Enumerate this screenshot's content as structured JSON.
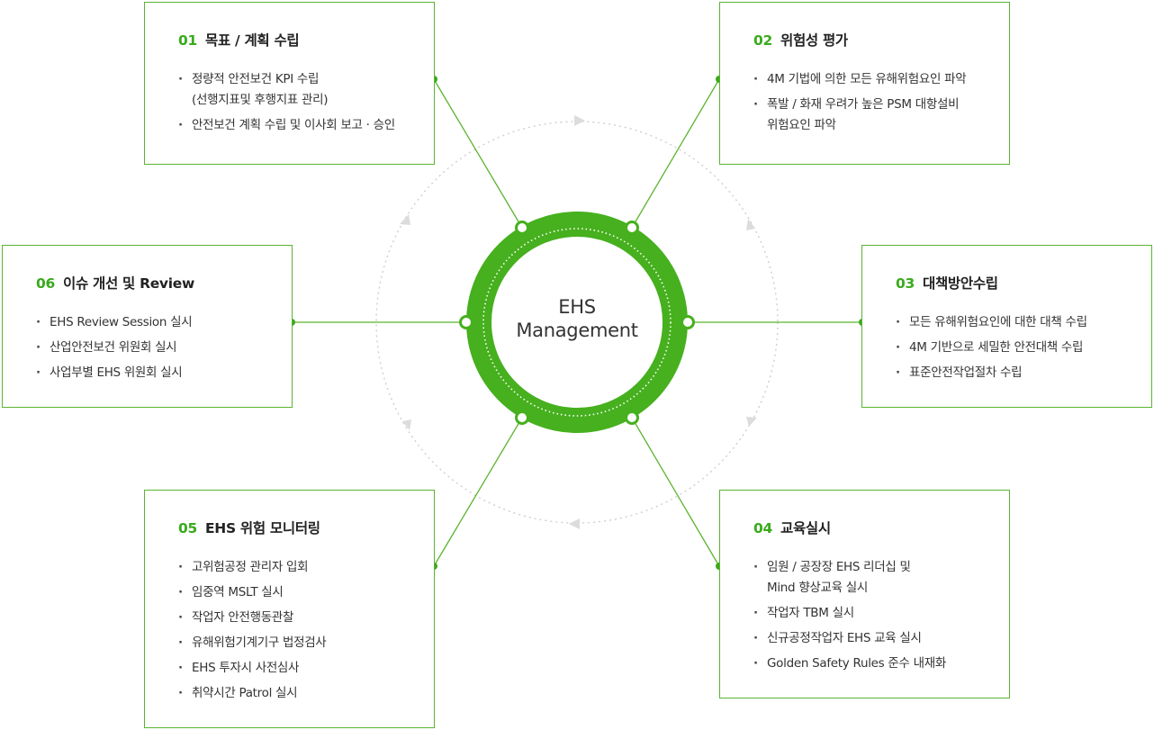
{
  "center": {
    "line1": "EHS",
    "line2": "Management"
  },
  "colors": {
    "accent": "#3aaa1c",
    "ring": "#46b01e",
    "border": "#5bb42f",
    "dotted": "#cfcfcf"
  },
  "cards": [
    {
      "num": "01",
      "title": "목표 / 계획 수립",
      "items": [
        "정량적 안전보건 KPI 수립\n(선행지표및 후행지표 관리)",
        "안전보건 계획 수립 및 이사회 보고 · 승인"
      ]
    },
    {
      "num": "02",
      "title": "위험성 평가",
      "items": [
        "4M 기법에 의한 모든 유해위험요인 파악",
        "폭발 / 화재 우려가 높은 PSM 대항설비\n위험요인 파악"
      ]
    },
    {
      "num": "03",
      "title": "대책방안수립",
      "items": [
        "모든 유해위험요인에 대한 대책 수립",
        "4M 기반으로 세밀한 안전대책 수립",
        "표준안전작업절차 수립"
      ]
    },
    {
      "num": "04",
      "title": "교육실시",
      "items": [
        "임원 / 공장장 EHS 리더십 및\nMind 향상교육 실시",
        "작업자 TBM 실시",
        "신규공정작업자 EHS 교육 실시",
        "Golden Safety Rules 준수 내재화"
      ]
    },
    {
      "num": "05",
      "title": "EHS 위험 모니터링",
      "items": [
        "고위험공정 관리자 입회",
        "임중역 MSLT 실시",
        "작업자 안전행동관찰",
        "유해위험기계기구 법정검사",
        "EHS 투자시 사전심사",
        "취약시간 Patrol 실시"
      ]
    },
    {
      "num": "06",
      "title": "이슈 개선 및 Review",
      "items": [
        "EHS Review Session 실시",
        "산업안전보건 위원회 실시",
        "사업부별 EHS 위원회 실시"
      ]
    }
  ]
}
